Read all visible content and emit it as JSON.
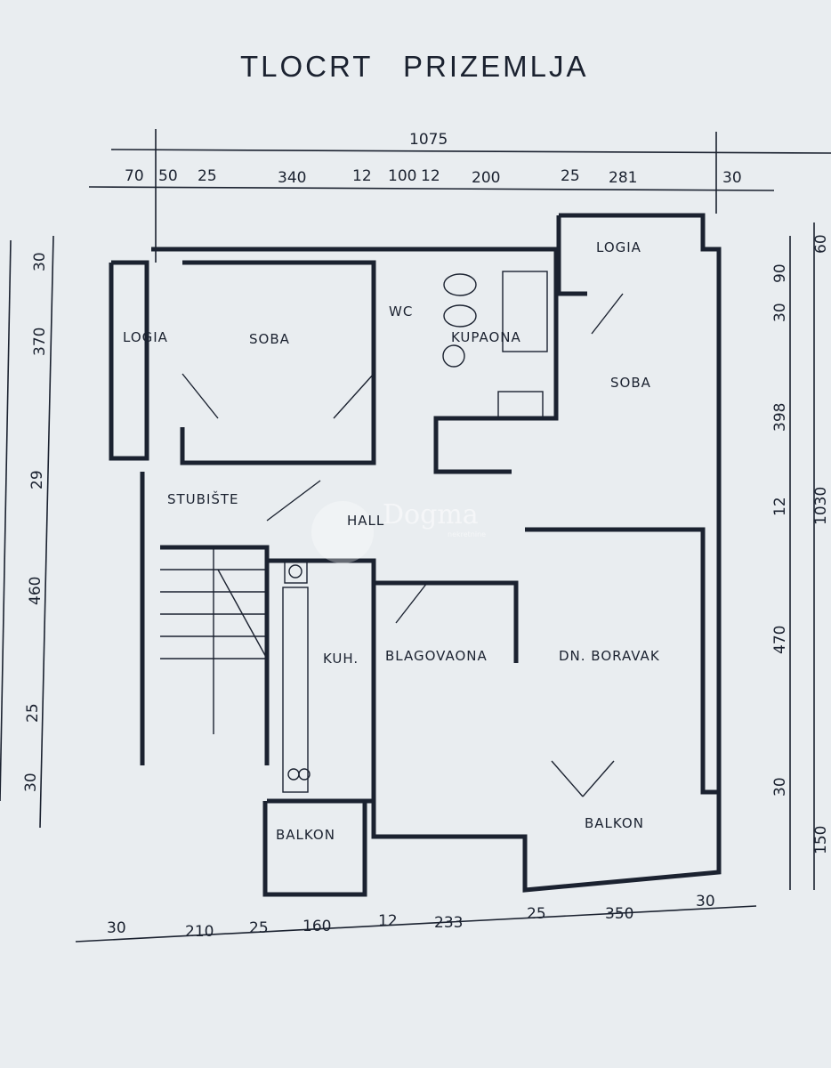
{
  "title": "TLOCRT PRIZEMLJA",
  "watermark": {
    "brand": "Dogma",
    "subtitle": "nekretnine"
  },
  "rooms": {
    "logia_left": "LOGIA",
    "soba_left": "SOBA",
    "wc": "WC",
    "kupaona": "KUPAONA",
    "logia_right": "LOGIA",
    "soba_right": "SOBA",
    "stubiste": "STUBIŠTE",
    "hall": "HALL",
    "kuhinja": "KUH.",
    "blagovaona": "BLAGOVAONA",
    "dnevni_boravak": "DN. BORAVAK",
    "balkon_left": "BALKON",
    "balkon_right": "BALKON"
  },
  "dimensions": {
    "top_total": "1075",
    "top": [
      "70",
      "50",
      "25",
      "340",
      "12",
      "100",
      "12",
      "200",
      "25",
      "281",
      "30"
    ],
    "bottom": [
      "30",
      "210",
      "25",
      "160",
      "12",
      "233",
      "25",
      "350",
      "30"
    ],
    "left": [
      "30",
      "370",
      "29",
      "460",
      "25",
      "30"
    ],
    "right": [
      "60",
      "90",
      "30",
      "398",
      "12",
      "470",
      "30",
      "150"
    ],
    "right_total": "1030"
  },
  "colors": {
    "paper": "#e9edf0",
    "ink": "#1b2230"
  }
}
